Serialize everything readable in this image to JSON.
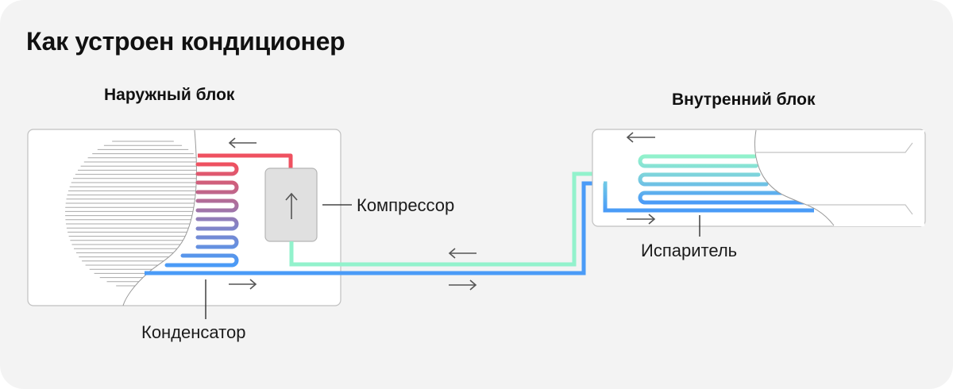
{
  "title": "Как устроен кондиционер",
  "outdoor_unit": {
    "title": "Наружный блок",
    "compressor_label": "Компрессор",
    "condenser_label": "Конденсатор"
  },
  "indoor_unit": {
    "title": "Внутренний блок",
    "evaporator_label": "Испаритель"
  },
  "colors": {
    "background": "#f3f3f3",
    "hot_pipe": "#ef5160",
    "warm_to_cool": [
      "#ef5160",
      "#c46a8a",
      "#9a79b4",
      "#7a87d0",
      "#5e92e8",
      "#4a9bf7"
    ],
    "cold_pipe": "#4a9bf7",
    "return_pipe": "#92f2cc",
    "compressor_fill": "#e0e0e0",
    "unit_fill": "#ffffff",
    "unit_border": "#bdbdbd",
    "arrow": "#555555"
  },
  "flow_arrows": [
    "left",
    "right",
    "left",
    "right",
    "left",
    "right",
    "up"
  ]
}
